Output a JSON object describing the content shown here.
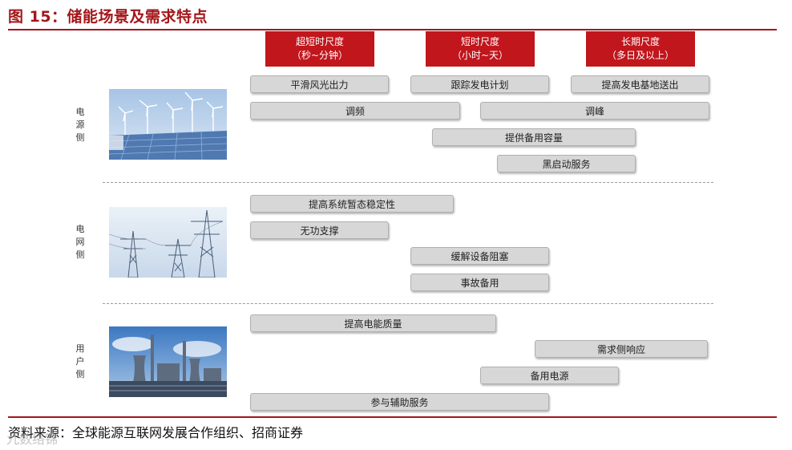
{
  "figure": {
    "title": "图 15：储能场景及需求特点",
    "source": "资料来源：全球能源互联网发展合作组织、招商证券",
    "watermark": "九数络锦"
  },
  "colors": {
    "accent": "#c0161c",
    "bar_fill": "#d7d7d7"
  },
  "headers": [
    {
      "line1": "超短时尺度",
      "line2": "（秒~分钟）"
    },
    {
      "line1": "短时尺度",
      "line2": "（小时~天）"
    },
    {
      "line1": "长期尺度",
      "line2": "（多日及以上）"
    }
  ],
  "sections": [
    {
      "label": "电\n源\n侧",
      "image": "wind-solar-farm-image",
      "bars": [
        "平滑风光出力",
        "跟踪发电计划",
        "提高发电基地送出",
        "调频",
        "调峰",
        "提供备用容量",
        "黑启动服务"
      ]
    },
    {
      "label": "电\n网\n侧",
      "image": "transmission-tower-image",
      "bars": [
        "提高系统暂态稳定性",
        "无功支撑",
        "缓解设备阻塞",
        "事故备用"
      ]
    },
    {
      "label": "用\n户\n侧",
      "image": "industrial-plant-image",
      "bars": [
        "提高电能质量",
        "需求侧响应",
        "备用电源",
        "参与辅助服务"
      ]
    }
  ]
}
